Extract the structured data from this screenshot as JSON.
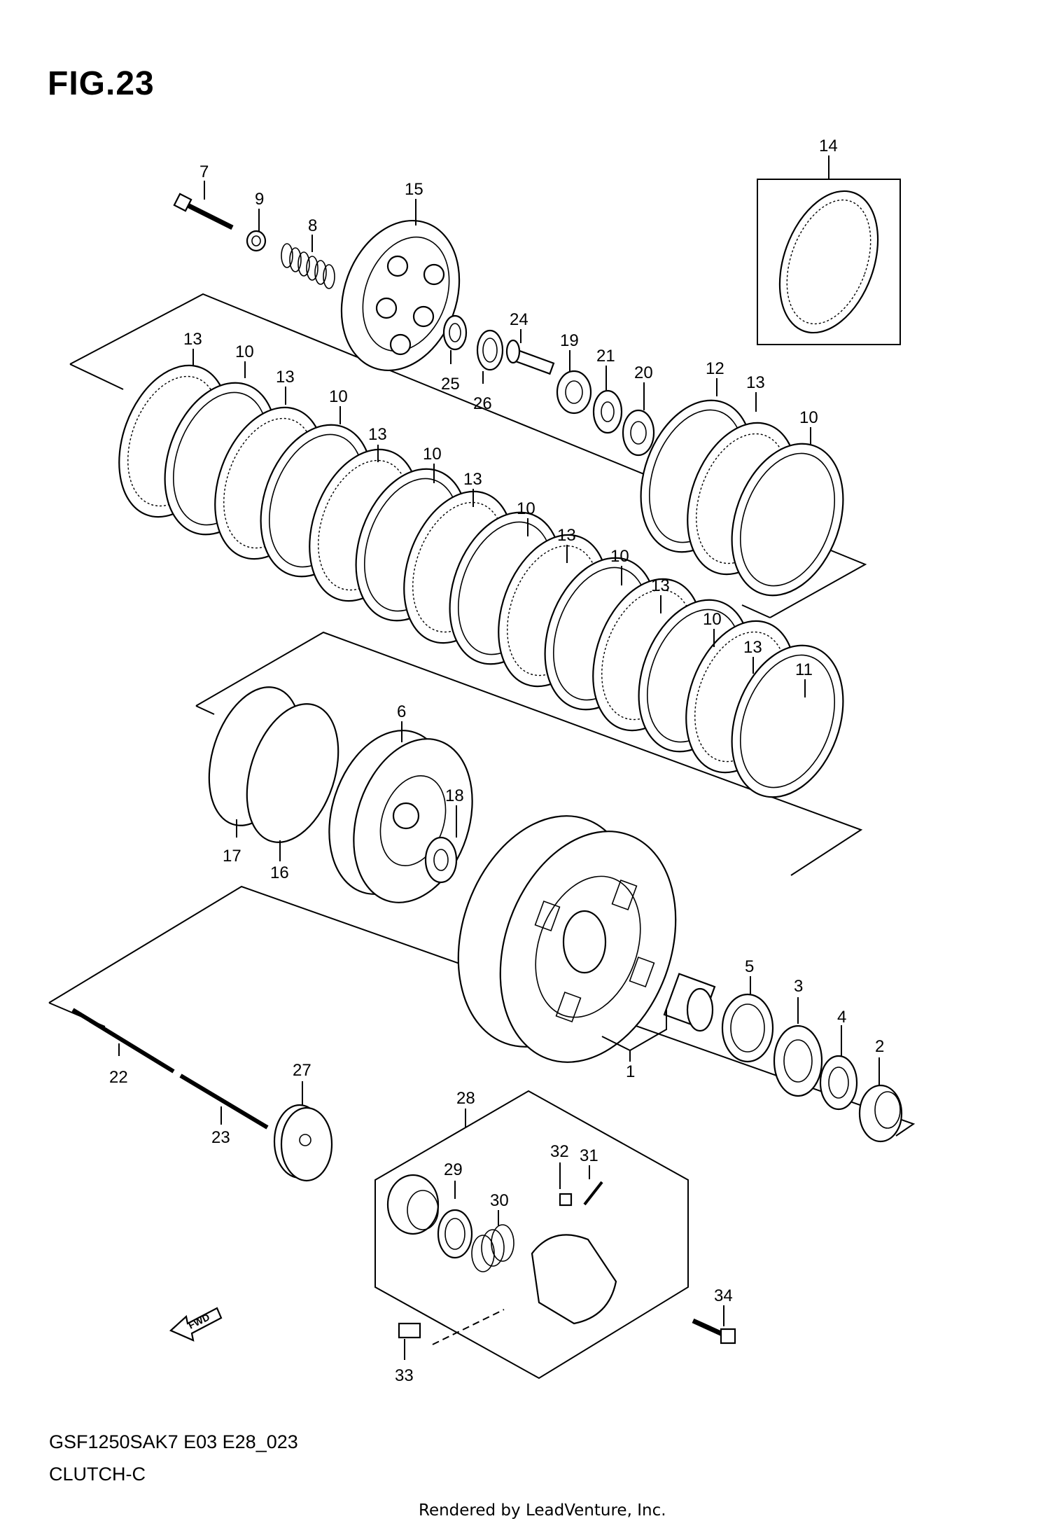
{
  "header": {
    "title": "FIG.23"
  },
  "footer": {
    "model_code": "GSF1250SAK7 E03 E28_023",
    "section_name": "CLUTCH-C",
    "credit": "Rendered by LeadVenture, Inc."
  },
  "callouts": {
    "c1": "1",
    "c2": "2",
    "c3": "3",
    "c4": "4",
    "c5": "5",
    "c6": "6",
    "c7": "7",
    "c8": "8",
    "c9": "9",
    "c10a": "10",
    "c10b": "10",
    "c10c": "10",
    "c10d": "10",
    "c10e": "10",
    "c10f": "10",
    "c10g": "10",
    "c11": "11",
    "c12": "12",
    "c13a": "13",
    "c13b": "13",
    "c13c": "13",
    "c13d": "13",
    "c13e": "13",
    "c13f": "13",
    "c13g": "13",
    "c13h": "13",
    "c14": "14",
    "c15": "15",
    "c16": "16",
    "c17": "17",
    "c18": "18",
    "c19": "19",
    "c20": "20",
    "c21": "21",
    "c22": "22",
    "c23": "23",
    "c24": "24",
    "c25": "25",
    "c26": "26",
    "c27": "27",
    "c28": "28",
    "c29": "29",
    "c30": "30",
    "c31": "31",
    "c32": "32",
    "c33": "33",
    "c34": "34"
  },
  "fwd_badge": "FWD"
}
